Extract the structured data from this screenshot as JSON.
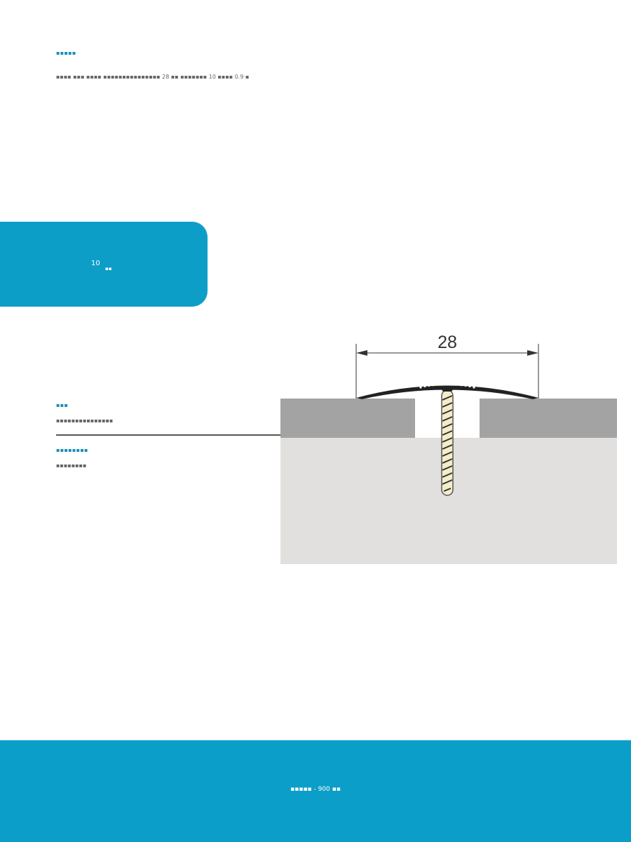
{
  "specs": {
    "heading": "▪▪▪▪▪",
    "text": "▪▪▪▪ ▪▪▪ ▪▪▪▪ ▪▪▪▪▪▪▪▪▪▪▪▪▪▪▪ 28 ▪▪ ▪▪▪▪▪▪▪ 10 ▪▪▪▪ 0.9 ▪"
  },
  "badge": {
    "number": "10",
    "unit": "▪▪"
  },
  "section1": {
    "heading": "▪▪▪",
    "text": "▪▪▪▪▪▪▪▪▪▪▪▪▪▪▪"
  },
  "section2": {
    "heading": "▪▪▪▪▪▪▪▪",
    "text": "▪▪▪▪▪▪▪▪"
  },
  "drawing": {
    "dimension_label": "28"
  },
  "colors": {
    "accent": "#0d9ec8",
    "heading": "#1a8fb8",
    "floor": "#a3a3a3",
    "subfloor": "#e2e0de"
  },
  "footer": {
    "text": "▪▪▪▪▪ - 900 ▪▪"
  }
}
